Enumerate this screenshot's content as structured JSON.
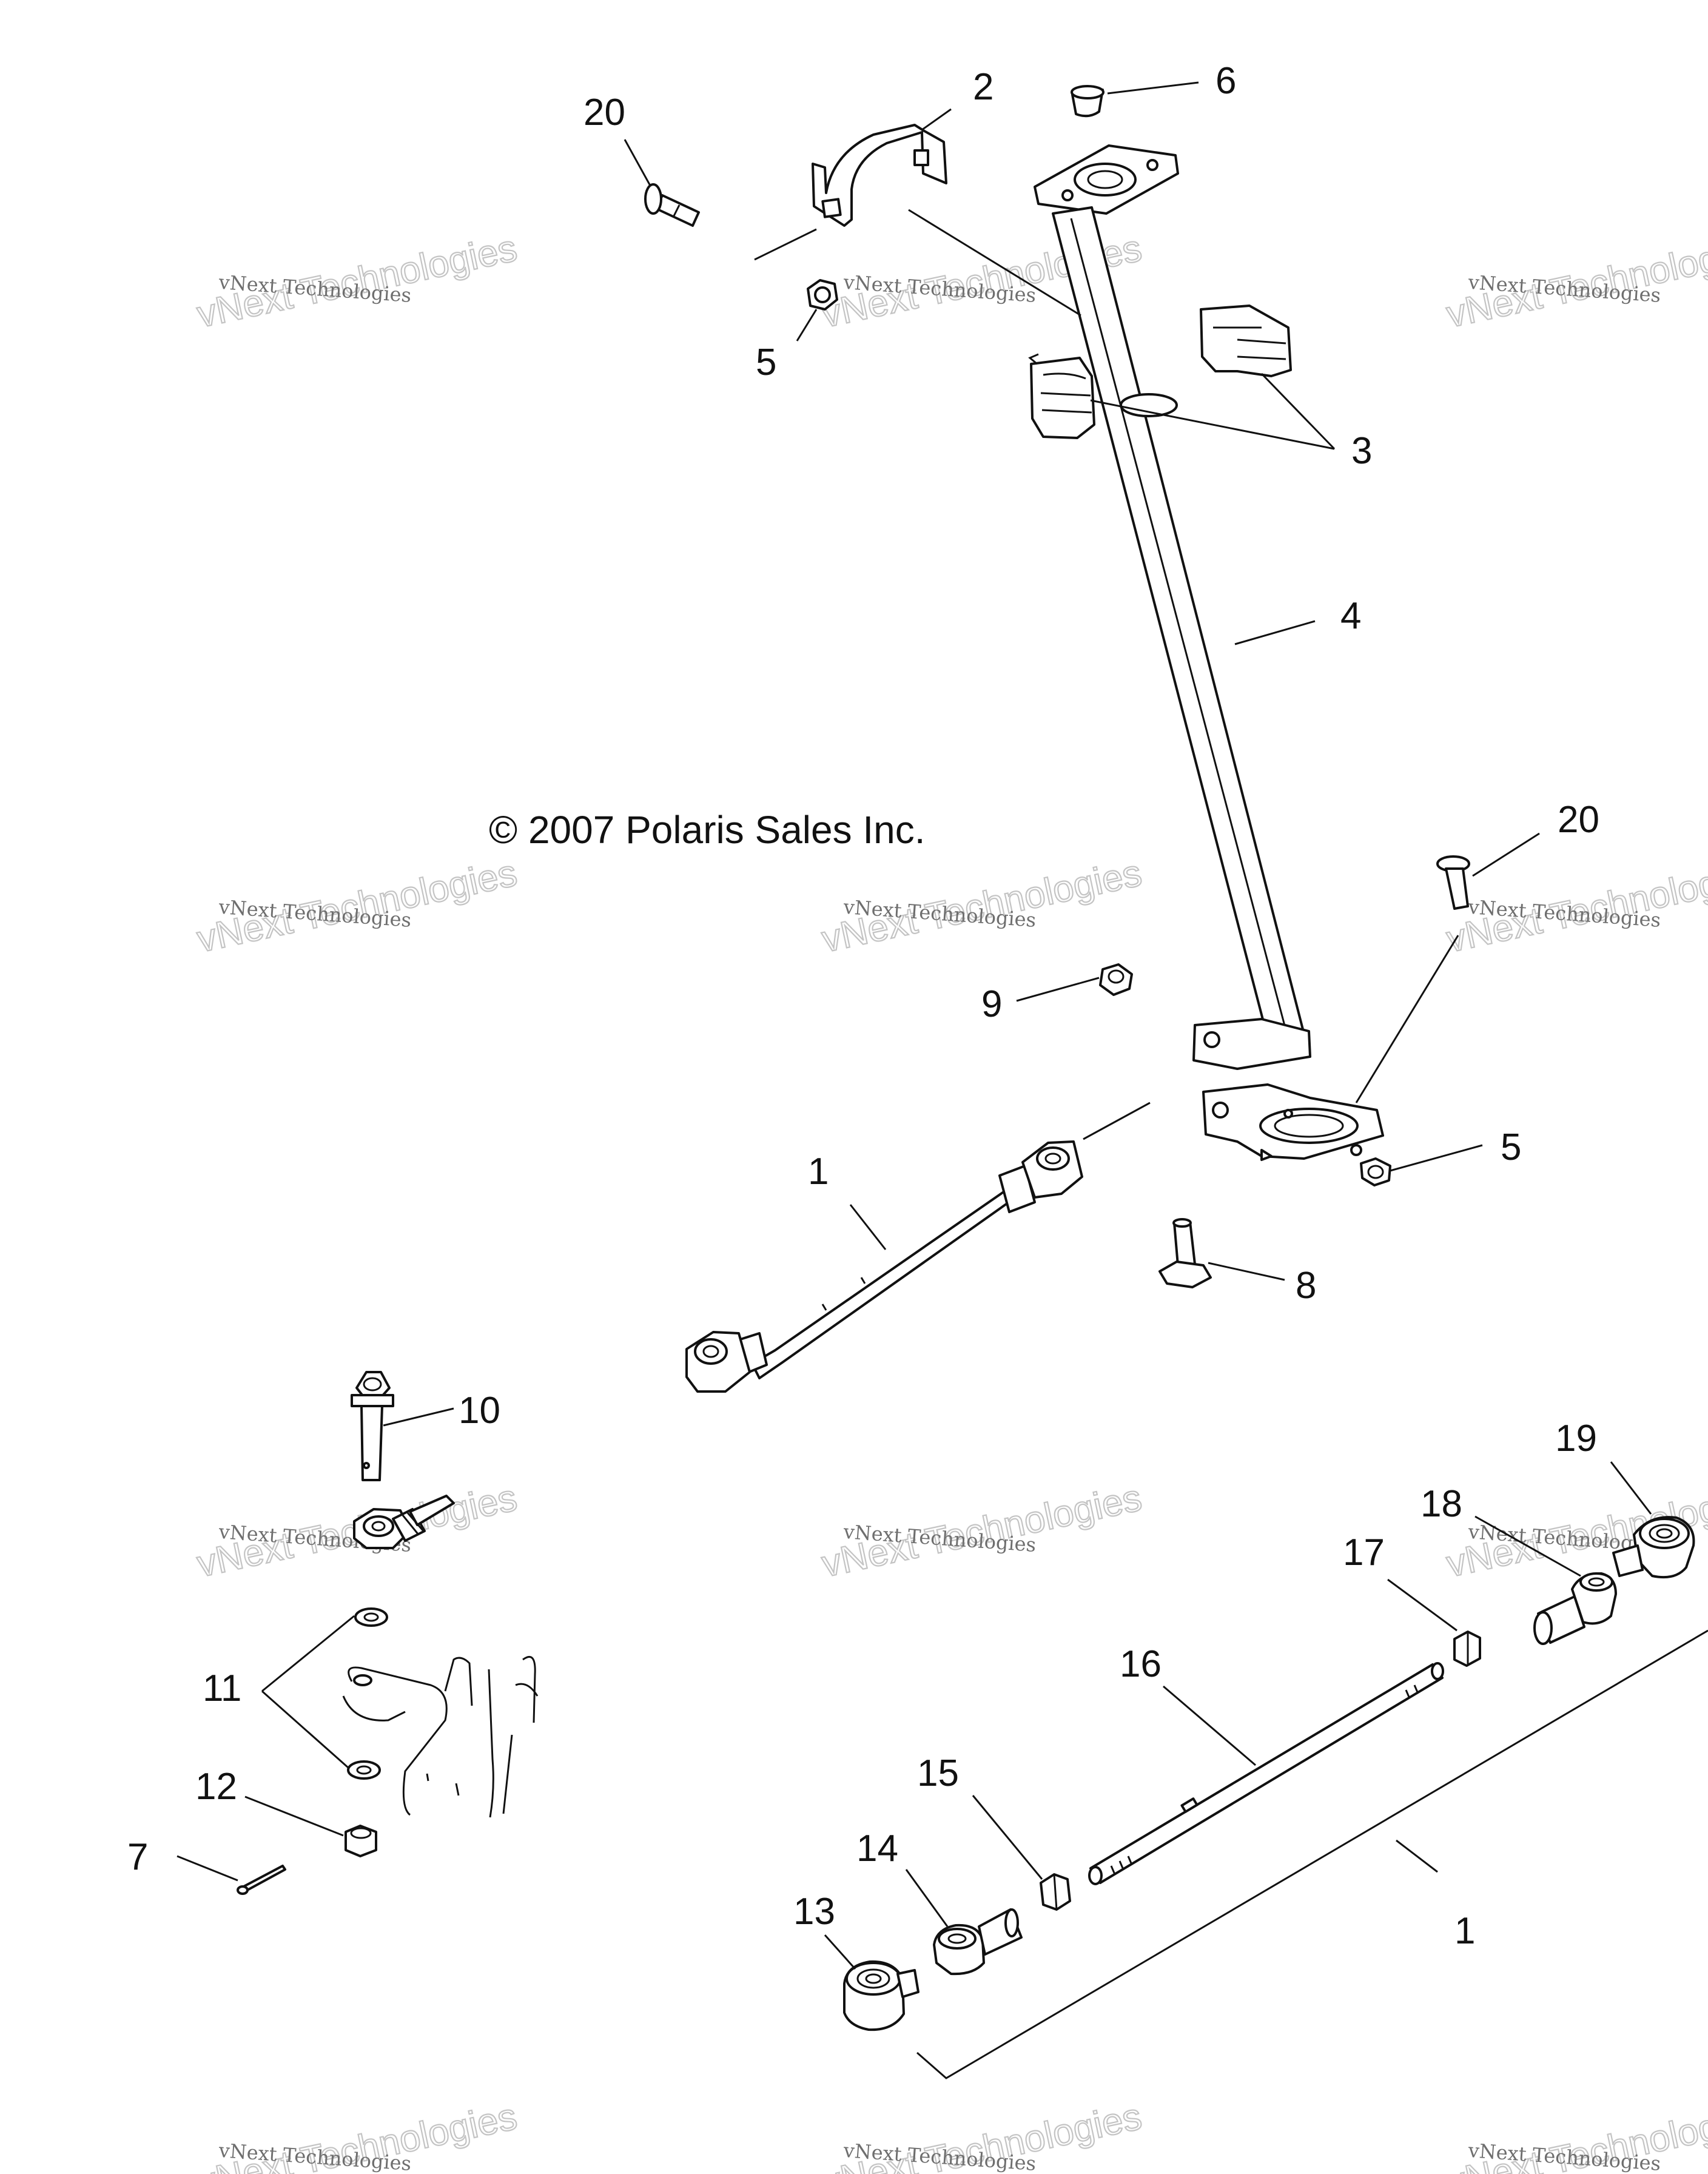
{
  "copyright": "© 2007 Polaris Sales Inc.",
  "watermark": {
    "line1": "vNext Technologies",
    "line2": "vNext Technologies"
  },
  "callouts": [
    "20",
    "2",
    "6",
    "5",
    "3",
    "4",
    "20",
    "9",
    "5",
    "1",
    "8",
    "10",
    "19",
    "18",
    "17",
    "16",
    "11",
    "15",
    "12",
    "14",
    "7",
    "13",
    "1"
  ],
  "colors": {
    "ink": "#111111",
    "watermark": "#6e6e6e",
    "background": "#ffffff"
  }
}
